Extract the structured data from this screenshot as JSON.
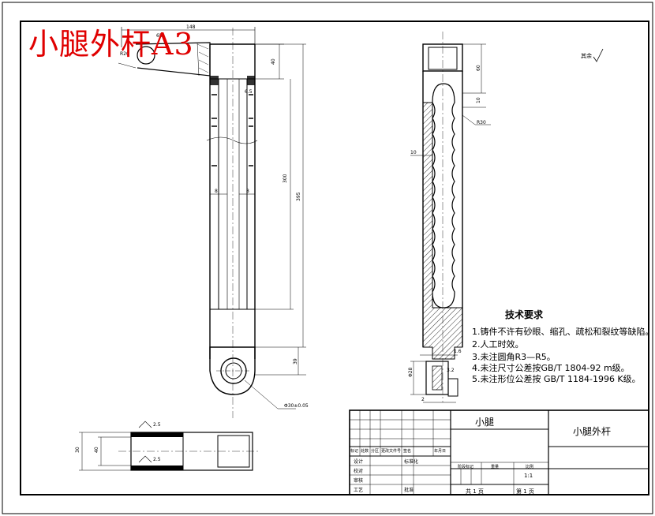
{
  "overlay_title": "小腿外杆A3",
  "roughness_note": "其余",
  "technical_requirements": {
    "title": "技术要求",
    "items": [
      "1.铸件不许有砂眼、缩孔、疏松和裂纹等缺陷。",
      "2.人工时效。",
      "3.未注圆角R3—R5。",
      "4.未注尺寸公差按GB/T 1804-92 m级。",
      "5.未注形位公差按 GB/T 1184-1996 K级。"
    ]
  },
  "title_block": {
    "part_name": "小腿",
    "drawing_name": "小腿外杆",
    "scale": "1:1",
    "sheet_info": [
      "共 1 页",
      "第 1 页"
    ],
    "headers": [
      "标记",
      "处数",
      "分区",
      "更改文件号",
      "签名",
      "年月日"
    ],
    "roles": [
      "设计",
      "校对",
      "审核",
      "工艺",
      "标准化",
      "批准"
    ],
    "stage_labels": [
      "阶段标记",
      "重量",
      "比例"
    ]
  },
  "dimensions": {
    "top_width": "148",
    "angle_top": "65°",
    "radius_left": "R20",
    "right_side_40": "40",
    "depth_top": "6.5",
    "slot_300": "300",
    "slot_395": "395",
    "width_8a": "8",
    "width_8b": "8",
    "bottom_39": "39",
    "hole_dia": "Φ30±0.05",
    "side_60": "60",
    "side_10": "10",
    "side_R30": "R30",
    "side_10b": "10",
    "bottom_dia": "Φ28",
    "bottom_32": "3.2",
    "bottom_2": "2",
    "bottom_16": "1.6",
    "plan_dim_a": "30",
    "plan_dim_b": "40",
    "plan_note": "2.5",
    "plan_note_b": "2.5"
  }
}
